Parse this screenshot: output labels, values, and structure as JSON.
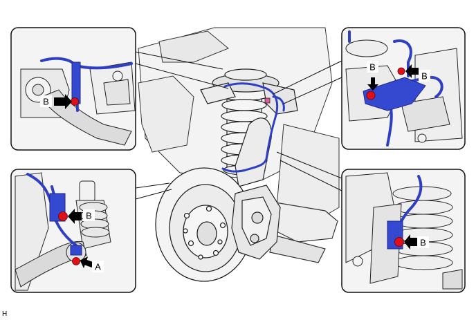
{
  "figure": {
    "id": "H",
    "colors": {
      "brake_line": "#2f3fc4",
      "bolt": "#e0101a",
      "outline": "#222222",
      "part_fill": "#f2f2f2",
      "shadow": "#cfcfcf"
    }
  },
  "insets": [
    {
      "name": "upper-left",
      "labels": [
        "B"
      ]
    },
    {
      "name": "upper-right",
      "labels": [
        "B",
        "B"
      ]
    },
    {
      "name": "lower-left",
      "labels": [
        "B",
        "A"
      ]
    },
    {
      "name": "lower-right",
      "labels": [
        "B"
      ]
    }
  ],
  "icons": {
    "arrow": "arrow-pointer-icon",
    "bolt": "bolt-icon"
  }
}
